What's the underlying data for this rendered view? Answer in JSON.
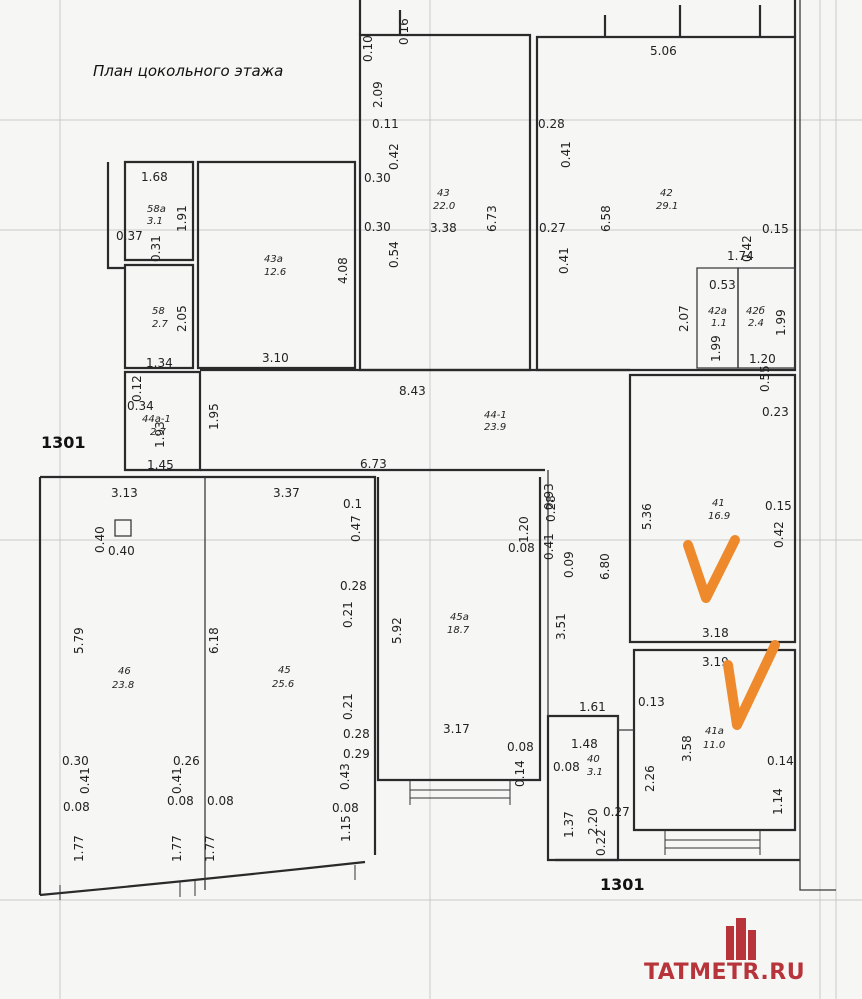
{
  "title": "План цокольного этажа",
  "axis_labels": [
    "1301",
    "1301"
  ],
  "brand": {
    "name": "TATMETR.RU",
    "accent_color": "#b7343b"
  },
  "marks": {
    "symbol": "V",
    "color": "#ee8a2c",
    "marked_rooms": [
      "41",
      "41a"
    ]
  },
  "rooms": [
    {
      "id": "58a",
      "label": "58a",
      "area": "3.1"
    },
    {
      "id": "58",
      "label": "58",
      "area": "2.7"
    },
    {
      "id": "43a",
      "label": "43a",
      "area": "12.6"
    },
    {
      "id": "43",
      "label": "43",
      "area": "22.0"
    },
    {
      "id": "42",
      "label": "42",
      "area": "29.1"
    },
    {
      "id": "42a",
      "label": "42a",
      "area": "1.1"
    },
    {
      "id": "42b",
      "label": "42б",
      "area": "2.4"
    },
    {
      "id": "44a-1",
      "label": "44а-1",
      "area": "2.7"
    },
    {
      "id": "44-1",
      "label": "44-1",
      "area": "23.9"
    },
    {
      "id": "41",
      "label": "41",
      "area": "16.9"
    },
    {
      "id": "41a",
      "label": "41a",
      "area": "11.0"
    },
    {
      "id": "46",
      "label": "46",
      "area": "23.8"
    },
    {
      "id": "45",
      "label": "45",
      "area": "25.6"
    },
    {
      "id": "45a",
      "label": "45а",
      "area": "18.7"
    },
    {
      "id": "40",
      "label": "40",
      "area": "3.1"
    }
  ],
  "dimensions": [
    "0.10",
    "0.16",
    "2.09",
    "0.11",
    "0.42",
    "0.30",
    "0.30",
    "0.54",
    "3.38",
    "6.73",
    "5.06",
    "0.28",
    "0.41",
    "6.58",
    "0.27",
    "0.41",
    "0.15",
    "1.74",
    "0.42",
    "0.53",
    "2.07",
    "1.99",
    "1.99",
    "1.20",
    "1.68",
    "1.91",
    "0.37",
    "0.31",
    "2.05",
    "4.08",
    "1.34",
    "3.10",
    "8.43",
    "0.55",
    "0.34",
    "0.12",
    "1.95",
    "1.93",
    "0.23",
    "1.45",
    "6.73",
    "0.93",
    "3.13",
    "3.37",
    "1.20",
    "0.28",
    "5.36",
    "0.15",
    "0.40",
    "0.47",
    "0.41",
    "0.42",
    "0.40",
    "0.08",
    "0.09",
    "6.80",
    "0.28",
    "5.79",
    "6.18",
    "5.92",
    "0.21",
    "3.51",
    "3.18",
    "3.19",
    "1.61",
    "0.13",
    "0.21",
    "0.28",
    "3.17",
    "3.58",
    "0.29",
    "1.48",
    "0.30",
    "0.26",
    "0.08",
    "0.08",
    "2.26",
    "0.14",
    "0.41",
    "0.41",
    "0.43",
    "0.14",
    "0.08",
    "0.08",
    "0.08",
    "0.08",
    "1.37",
    "2.20",
    "0.27",
    "1.14",
    "1.77",
    "1.77",
    "1.77",
    "1.15",
    "0.22",
    "0.1"
  ]
}
